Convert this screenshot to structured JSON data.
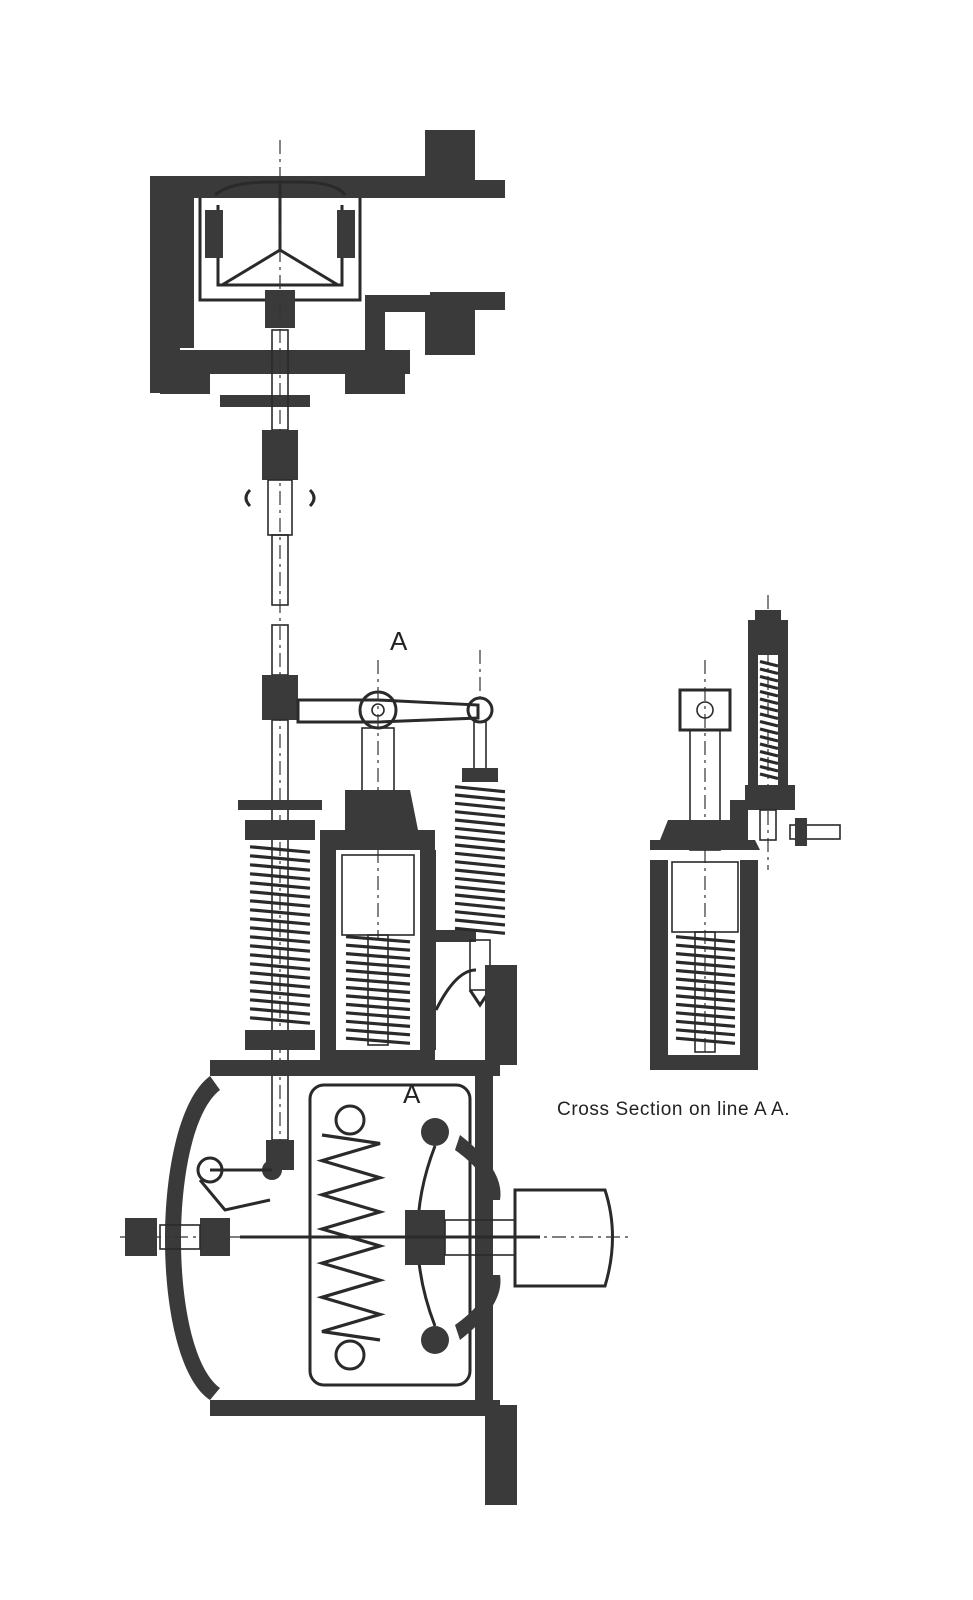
{
  "labels": {
    "section_top": "A",
    "section_bottom": "A",
    "caption": "Cross Section on line A A."
  },
  "colors": {
    "ink": "#2a2a2a",
    "section_fill": "#3a3a3a",
    "paper": "#ffffff"
  }
}
